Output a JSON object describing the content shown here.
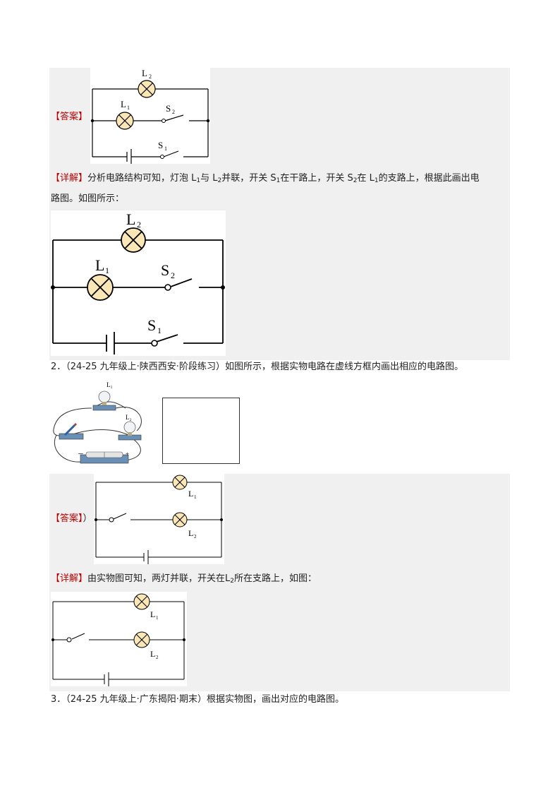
{
  "q1": {
    "answer_tag": "【答案】",
    "detail_tag": "【详解】",
    "detail_text_a": "分析电路结构可知，灯泡 L",
    "detail_text_b": "与 L",
    "detail_text_c": "并联，开关 S",
    "detail_text_d": "在干路上，开关 S",
    "detail_text_e": "在 L",
    "detail_text_f": "的支路上，根据此画出电",
    "detail_line2": "路图。如图所示：",
    "sub1": "1",
    "sub2": "2",
    "labels": {
      "L1": "L",
      "L2": "L",
      "S1": "S",
      "S2": "S",
      "s1": "1",
      "s2": "2"
    }
  },
  "q2": {
    "title": "2．（24-25 九年级上·陕西西安·阶段练习）如图所示，根据实物电路在虚线方框内画出相应的电路图。",
    "photo_labels": {
      "L1": "L₁",
      "L2": "L₂",
      "minus": "－",
      "plus": "+"
    },
    "answer_tag": "【答案】",
    "answer_suffix": "）",
    "detail_tag": "【详解】",
    "detail_text_a": "由实物图可知，两灯并联，开关在",
    "detail_text_b": "L",
    "detail_text_c": "所在支路上，如图：",
    "sub2": "2",
    "labels": {
      "L": "L",
      "s1": "1",
      "s2": "2"
    }
  },
  "q3": {
    "title": "3．（24-25 九年级上·广东揭阳·期末）根据实物图，画出对应的电路图。"
  },
  "colors": {
    "bulb": "#fbe7b5",
    "answer_red": "#c00000",
    "shade": "#f0f0f0"
  }
}
